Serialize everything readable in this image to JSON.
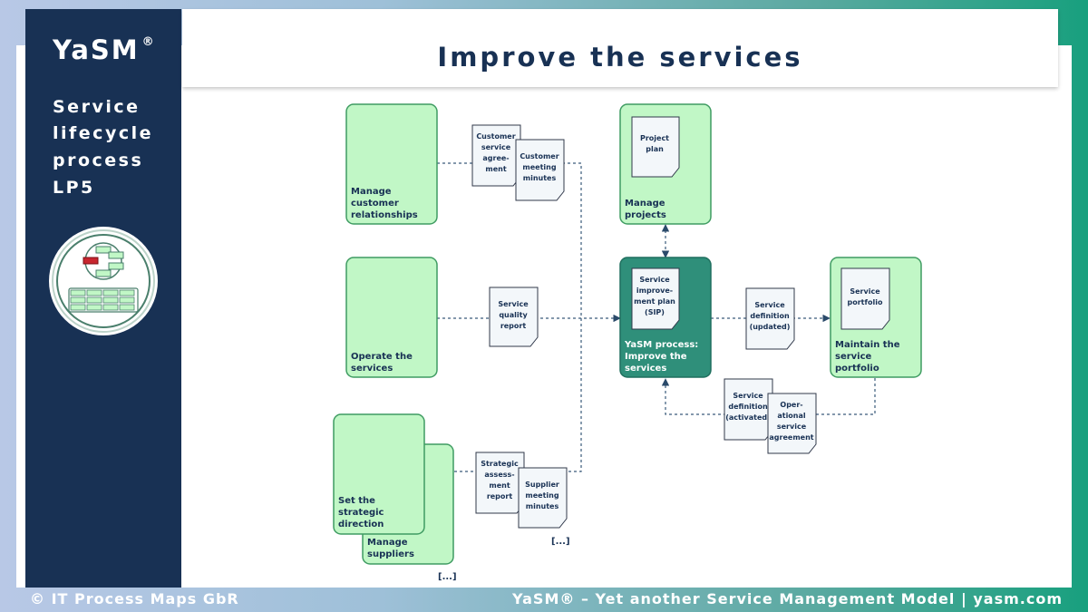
{
  "sidebar": {
    "brand": "YaSM",
    "brand_mark": "®",
    "lines": [
      "Service",
      "lifecycle",
      "process",
      "LP5"
    ],
    "logo_icon": "process-cycle-icon"
  },
  "header": {
    "title": "Improve the services"
  },
  "footer": {
    "left": "© IT Process Maps GbR",
    "right": "YaSM® – Yet another Service Management Model | yasm.com"
  },
  "colors": {
    "sidebar_bg": "#183154",
    "process_fill": "#c1f7c6",
    "process_border": "#3f9c62",
    "central_process_fill": "#2f8f7a",
    "document_fill": "#f3f7fa",
    "title_text": "#183154"
  },
  "diagram": {
    "processes": {
      "customer_relationships": [
        "Manage",
        "customer",
        "relationships"
      ],
      "operate": [
        "Operate the",
        "services"
      ],
      "strategic": [
        "Set the",
        "strategic",
        "direction"
      ],
      "suppliers": [
        "Manage",
        "suppliers"
      ],
      "projects": [
        "Manage",
        "projects"
      ],
      "central": [
        "YaSM process:",
        "Improve the",
        "services"
      ],
      "portfolio": [
        "Maintain the",
        "service",
        "portfolio"
      ]
    },
    "documents": {
      "customer_agreement": [
        "Customer",
        "service",
        "agree-",
        "ment"
      ],
      "customer_minutes": [
        "Customer",
        "meeting",
        "minutes"
      ],
      "quality_report": [
        "Service",
        "quality",
        "report"
      ],
      "strategic_report": [
        "Strategic",
        "assess-",
        "ment",
        "report"
      ],
      "supplier_minutes": [
        "Supplier",
        "meeting",
        "minutes"
      ],
      "project_plan": [
        "Project",
        "plan"
      ],
      "sip": [
        "Service",
        "improve-",
        "ment plan",
        "(SIP)"
      ],
      "definition_updated": [
        "Service",
        "definition",
        "(updated)"
      ],
      "service_portfolio": [
        "Service",
        "portfolio"
      ],
      "definition_activated": [
        "Service",
        "definition",
        "(activated)"
      ],
      "operational_agreement": [
        "Oper-",
        "ational",
        "service",
        "agreement"
      ]
    },
    "more_marker": "[...]"
  }
}
